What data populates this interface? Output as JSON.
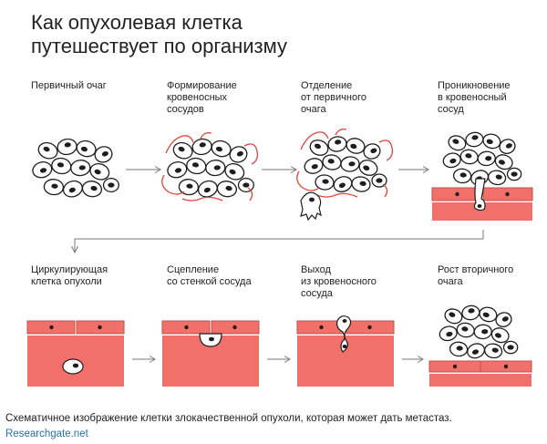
{
  "title": "Как опухолевая клетка\nпутешествует по организму",
  "steps": [
    {
      "label": "Первичный очаг"
    },
    {
      "label": "Формирование\nкровеносных\nсосудов"
    },
    {
      "label": "Отделение\nот первичного\nочага"
    },
    {
      "label": "Проникновение\nв кровеносный\nсосуд"
    },
    {
      "label": "Циркулирующая\nклетка опухоли"
    },
    {
      "label": "Сцепление\nсо стенкой сосуда"
    },
    {
      "label": "Выход\nиз кровеносного\nсосуда"
    },
    {
      "label": "Рост вторичного\nочага"
    }
  ],
  "caption": "Схематичное изображение клетки злокачественной опухоли, которая может дать метастаз.",
  "source": "Researchgate.net",
  "colors": {
    "vessel": "#f2706a",
    "vessel_dark": "#c94c47",
    "cell_fill": "#ffffff",
    "outline": "#1e1e1e",
    "blood_vessel_line": "#e0453d",
    "arrow": "#7a7a7a",
    "link": "#2a6fb0"
  }
}
